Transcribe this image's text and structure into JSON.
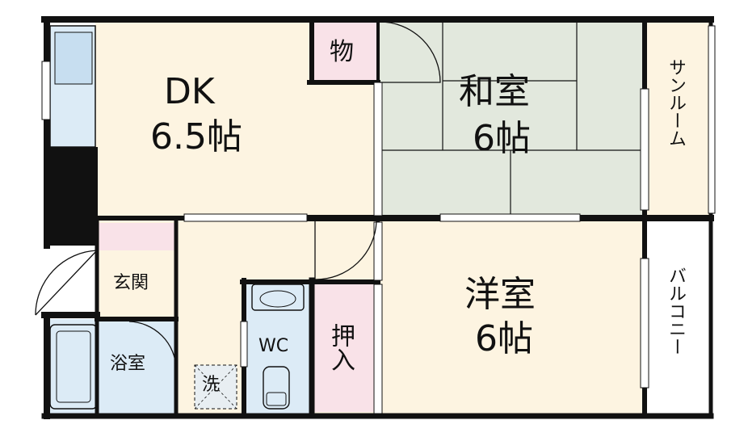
{
  "rooms": {
    "dk": {
      "name": "DK",
      "size": "6.5帖"
    },
    "washitsu": {
      "name": "和室",
      "size": "6帖"
    },
    "youshitsu": {
      "name": "洋室",
      "size": "6帖"
    },
    "storage": "物",
    "sunroom": "サンルーム",
    "balcony": "バルコニー",
    "genkan": "玄関",
    "bath": "浴室",
    "wc": "WC",
    "oshiire": "押入",
    "washer": "洗"
  },
  "colors": {
    "wall": "#111111",
    "dk_floor": "#fdf4e1",
    "washitsu_floor": "#e2e8dd",
    "storage": "#f9e2e8",
    "blue": "#dcebf6",
    "white": "#ffffff"
  }
}
